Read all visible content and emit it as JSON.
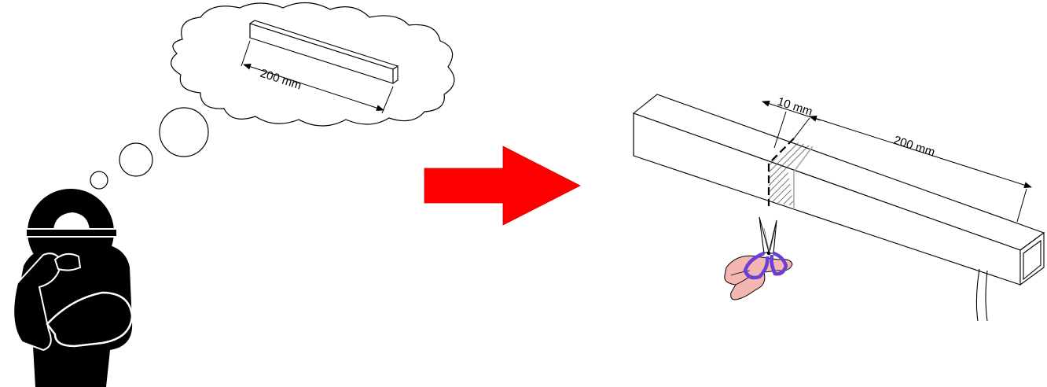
{
  "thought": {
    "dimension_label": "200 mm"
  },
  "profile": {
    "cut_width_label": "10 mm",
    "length_label": "200 mm"
  },
  "colors": {
    "arrow": "#ff0000",
    "scissor_handles": "#6a3fd6",
    "hand": "#f4b6b0",
    "figure": "#000000"
  }
}
